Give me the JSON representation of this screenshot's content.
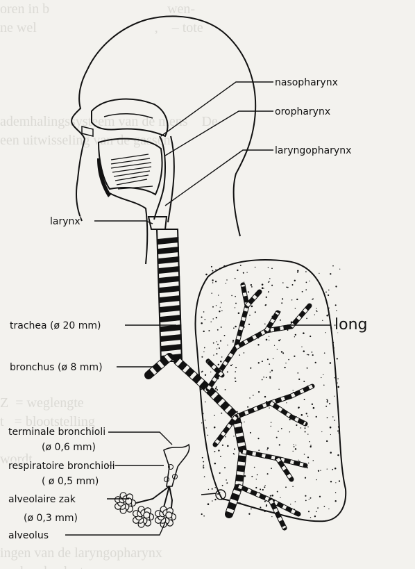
{
  "labels": {
    "nasopharynx": "nasopharynx",
    "oropharynx": "oropharynx",
    "laryngopharynx": "laryngopharynx",
    "larynx": "larynx",
    "trachea": "trachea  (ø 20 mm)",
    "bronchus": "bronchus (ø 8 mm)",
    "long": "long",
    "terminale_bronchioli": "terminale  bronchioli",
    "terminale_size": "(ø 0,6 mm)",
    "respiratoire_bronchioli": "respiratoire  bronchioli",
    "respiratoire_size": "( ø 0,5 mm)",
    "alveolaire_zak": "alveolaire  zak",
    "alveolaire_size": "(ø 0,3 mm)",
    "alveolus": "alveolus"
  },
  "background_text": [
    "oren in b                                  wen-",
    "ne wel                                  ,    – tote",
    "",
    "",
    "",
    "",
    "ademhalingssysteem van de mens    De",
    "een uitwisseling van de gassen",
    "",
    "",
    "",
    "",
    "",
    "",
    "",
    "",
    "",
    "",
    "",
    "",
    "",
    "Z  = weglengte",
    "t   = blootstelling",
    "",
    "wordt",
    "",
    "",
    "",
    "",
    "ingen van de laryngopharynx  ",
    "neukende plaats waar"
  ],
  "colors": {
    "ink": "#111111",
    "paper": "#f3f2ee"
  }
}
